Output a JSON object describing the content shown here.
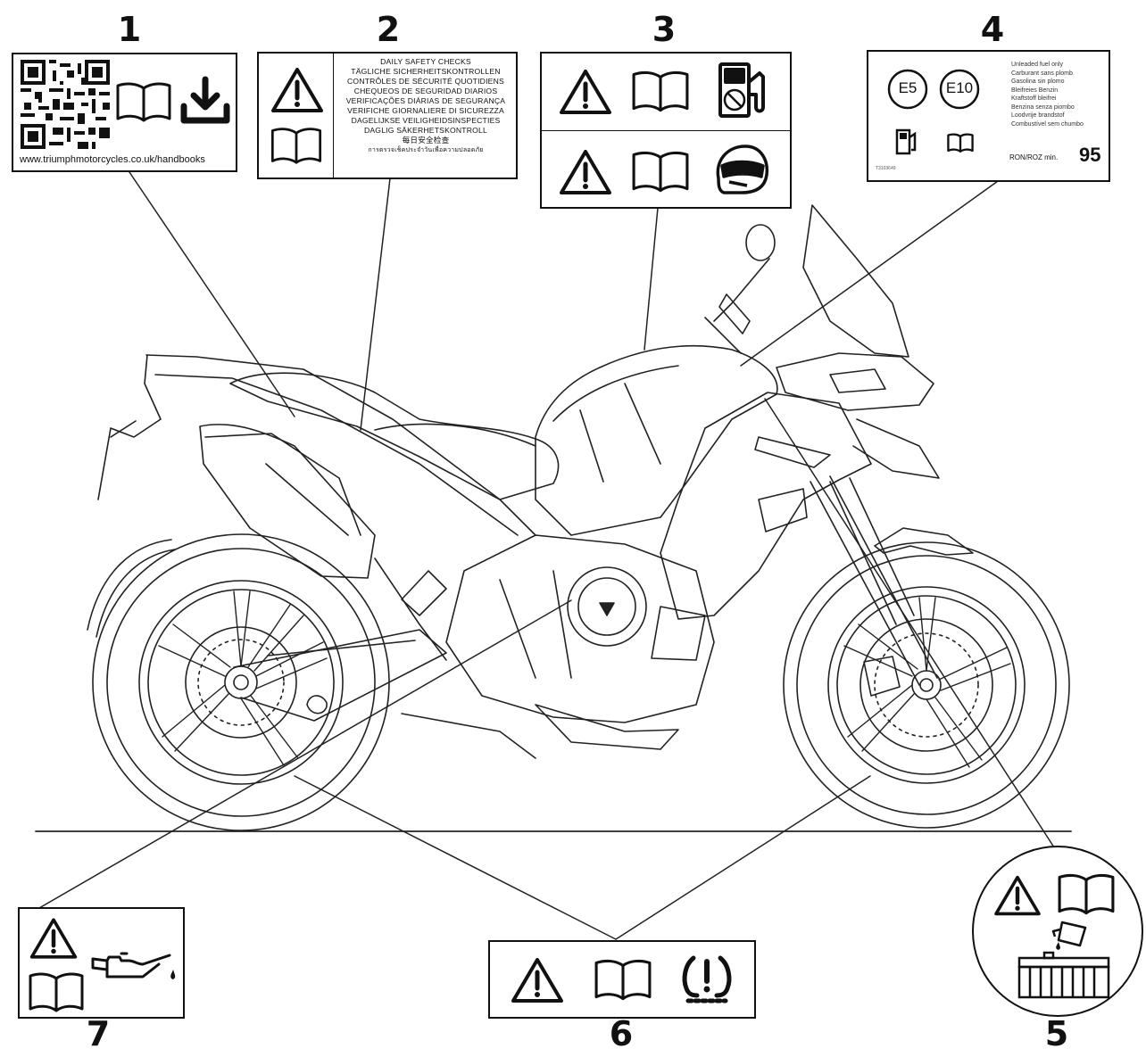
{
  "labels": [
    {
      "number": "1",
      "url": "www.triumphmotorcycles.co.uk/handbooks",
      "icons": [
        "qr-code-icon",
        "handbook-icon",
        "download-icon"
      ]
    },
    {
      "number": "2",
      "icons": [
        "warning-icon",
        "handbook-icon"
      ],
      "lines": [
        "DAILY SAFETY CHECKS",
        "TÄGLICHE SICHERHEITSKONTROLLEN",
        "CONTRÔLES DE SÉCURITÉ QUOTIDIENS",
        "CHEQUEOS DE SEGURIDAD DIARIOS",
        "VERIFICAÇÕES DIÁRIAS DE SEGURANÇA",
        "VERIFICHE GIORNALIERE DI SICUREZZA",
        "DAGELIJKSE VEILIGHEIDSINSPECTIES",
        "DAGLIG SÄKERHETSKONTROLL",
        "每日安全检查",
        "การตรวจเช็คประจำวันเพื่อความปลอดภัย"
      ]
    },
    {
      "number": "3",
      "icons": [
        "warning-icon",
        "handbook-icon",
        "no-fuel-icon",
        "warning-icon",
        "handbook-icon",
        "helmet-icon"
      ]
    },
    {
      "number": "4",
      "badges": [
        "E5",
        "E10"
      ],
      "lines": [
        "Unleaded fuel only",
        "Carburant sans plomb",
        "Gasolina sin plomo",
        "Bleifreies Benzin",
        "Kraftstoff bleifrei",
        "Benzina senza piombo",
        "Loodvrije brandstof",
        "Combustível sem chumbo"
      ],
      "ron_label": "RON/ROZ min.",
      "ron_value": "95",
      "code": "T3103649"
    },
    {
      "number": "5",
      "icons": [
        "warning-icon",
        "handbook-icon",
        "coolant-icon",
        "radiator-icon"
      ]
    },
    {
      "number": "6",
      "icons": [
        "warning-icon",
        "handbook-icon",
        "tyre-pressure-icon"
      ]
    },
    {
      "number": "7",
      "icons": [
        "warning-icon",
        "handbook-icon",
        "oil-can-icon"
      ]
    }
  ]
}
